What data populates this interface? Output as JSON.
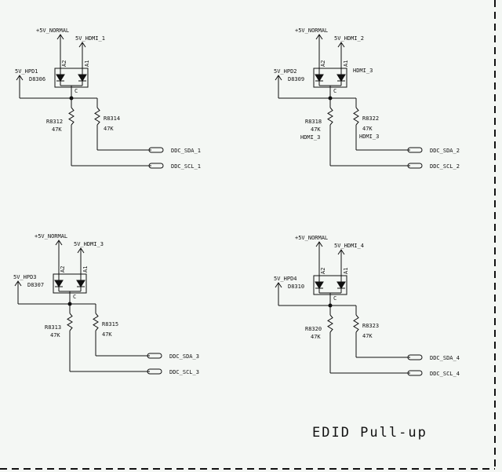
{
  "title": "EDID Pull-up",
  "blocks": [
    {
      "supply": "+5V_NORMAL",
      "hdmi_in": "5V_HDMI_1",
      "hpd": "5V_HPD1",
      "diode": "D8306",
      "pin_a2": "A2",
      "pin_a1": "A1",
      "pin_c": "C",
      "r_left": "R8312",
      "r_left_val": "47K",
      "r_left_net": "",
      "r_right": "R8314",
      "r_right_val": "47K",
      "r_right_net": "",
      "sda": "DDC_SDA_1",
      "scl": "DDC_SCL_1"
    },
    {
      "supply": "+5V_NORMAL",
      "hdmi_in": "5V_HDMI_2",
      "hpd": "5V_HPD2",
      "diode": "D8309",
      "diode_net": "HDMI_3",
      "pin_a2": "A2",
      "pin_a1": "A1",
      "pin_c": "C",
      "r_left": "R8318",
      "r_left_val": "47K",
      "r_left_net": "HDMI_3",
      "r_right": "R8322",
      "r_right_val": "47K",
      "r_right_net": "HDMI_3",
      "sda": "DDC_SDA_2",
      "scl": "DDC_SCL_2"
    },
    {
      "supply": "+5V_NORMAL",
      "hdmi_in": "5V_HDMI_3",
      "hpd": "5V_HPD3",
      "diode": "D8307",
      "pin_a2": "A2",
      "pin_a1": "A1",
      "pin_c": "C",
      "r_left": "R8313",
      "r_left_val": "47K",
      "r_left_net": "",
      "r_right": "R8315",
      "r_right_val": "47K",
      "r_right_net": "",
      "sda": "DDC_SDA_3",
      "scl": "DDC_SCL_3"
    },
    {
      "supply": "+5V_NORMAL",
      "hdmi_in": "5V_HDMI_4",
      "hpd": "5V_HPD4",
      "diode": "D8310",
      "pin_a2": "A2",
      "pin_a1": "A1",
      "pin_c": "C",
      "r_left": "R8320",
      "r_left_val": "47K",
      "r_left_net": "",
      "r_right": "R8323",
      "r_right_val": "47K",
      "r_right_net": "",
      "sda": "DDC_SDA_4",
      "scl": "DDC_SCL_4"
    }
  ]
}
